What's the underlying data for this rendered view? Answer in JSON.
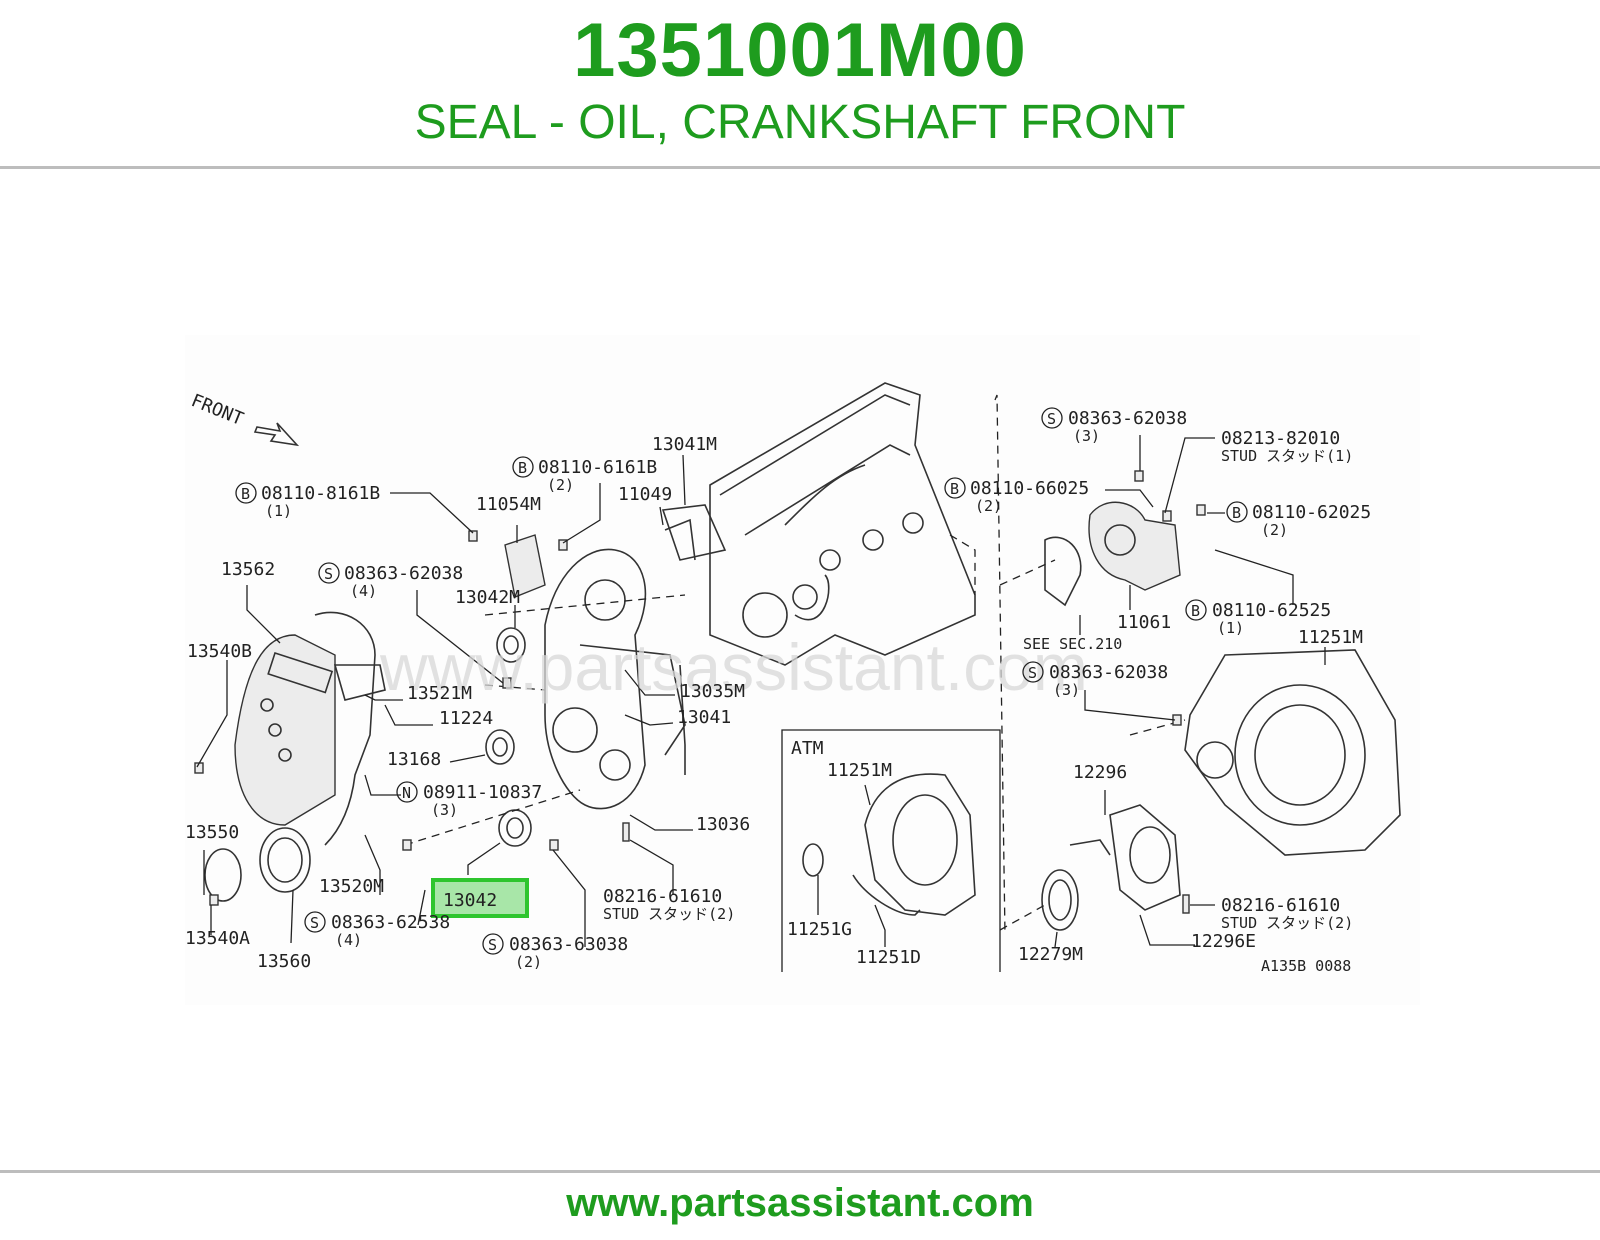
{
  "header": {
    "part_number": "1351001M00",
    "part_description": "SEAL - OIL, CRANKSHAFT FRONT"
  },
  "footer": {
    "url": "www.partsassistant.com"
  },
  "diagram": {
    "watermark": "www.partsassistant.com",
    "front_label": "FRONT",
    "drawing_code": "A135B 0088",
    "atm_label": "ATM",
    "highlighted_part": "13042",
    "see_section": "SEE SEC.210",
    "callouts": [
      {
        "id": "b1",
        "prefix": "B",
        "text": "08110-8161B",
        "qty": "(1)"
      },
      {
        "id": "b2",
        "prefix": "B",
        "text": "08110-6161B",
        "qty": "(2)"
      },
      {
        "id": "p11054m",
        "text": "11054M"
      },
      {
        "id": "p13041m",
        "text": "13041M"
      },
      {
        "id": "p11049",
        "text": "11049"
      },
      {
        "id": "s1",
        "prefix": "S",
        "text": "08363-62038",
        "qty": "(4)"
      },
      {
        "id": "p13042m",
        "text": "13042M"
      },
      {
        "id": "p13562",
        "text": "13562"
      },
      {
        "id": "p13540b",
        "text": "13540B"
      },
      {
        "id": "p13521m",
        "text": "13521M"
      },
      {
        "id": "p11224",
        "text": "11224"
      },
      {
        "id": "p13168",
        "text": "13168"
      },
      {
        "id": "n1",
        "prefix": "N",
        "text": "08911-10837",
        "qty": "(3)"
      },
      {
        "id": "p13035m",
        "text": "13035M"
      },
      {
        "id": "p13041",
        "text": "13041"
      },
      {
        "id": "p13036",
        "text": "13036"
      },
      {
        "id": "p13550",
        "text": "13550"
      },
      {
        "id": "p13520m",
        "text": "13520M"
      },
      {
        "id": "s2",
        "prefix": "S",
        "text": "08363-62538",
        "qty": "(4)"
      },
      {
        "id": "p13540a",
        "text": "13540A"
      },
      {
        "id": "p13560",
        "text": "13560"
      },
      {
        "id": "stud1",
        "text": "08216-61610",
        "sub": "STUD スタッド(2)"
      },
      {
        "id": "s3",
        "prefix": "S",
        "text": "08363-63038",
        "qty": "(2)"
      },
      {
        "id": "s4",
        "prefix": "S",
        "text": "08363-62038",
        "qty": "(3)"
      },
      {
        "id": "stud2",
        "text": "08213-82010",
        "sub": "STUD スタッド(1)"
      },
      {
        "id": "b3",
        "prefix": "B",
        "text": "08110-66025",
        "qty": "(2)"
      },
      {
        "id": "b4",
        "prefix": "B",
        "text": "08110-62025",
        "qty": "(2)"
      },
      {
        "id": "p11061",
        "text": "11061"
      },
      {
        "id": "b5",
        "prefix": "B",
        "text": "08110-62525",
        "qty": "(1)"
      },
      {
        "id": "p11251m_a",
        "text": "11251M"
      },
      {
        "id": "s5",
        "prefix": "S",
        "text": "08363-62038",
        "qty": "(3)"
      },
      {
        "id": "p11251m_b",
        "text": "11251M"
      },
      {
        "id": "p12296",
        "text": "12296"
      },
      {
        "id": "p11251g",
        "text": "11251G"
      },
      {
        "id": "p11251d",
        "text": "11251D"
      },
      {
        "id": "stud3",
        "text": "08216-61610",
        "sub": "STUD スタッド(2)"
      },
      {
        "id": "p12279m",
        "text": "12279M"
      },
      {
        "id": "p12296e",
        "text": "12296E"
      }
    ]
  }
}
